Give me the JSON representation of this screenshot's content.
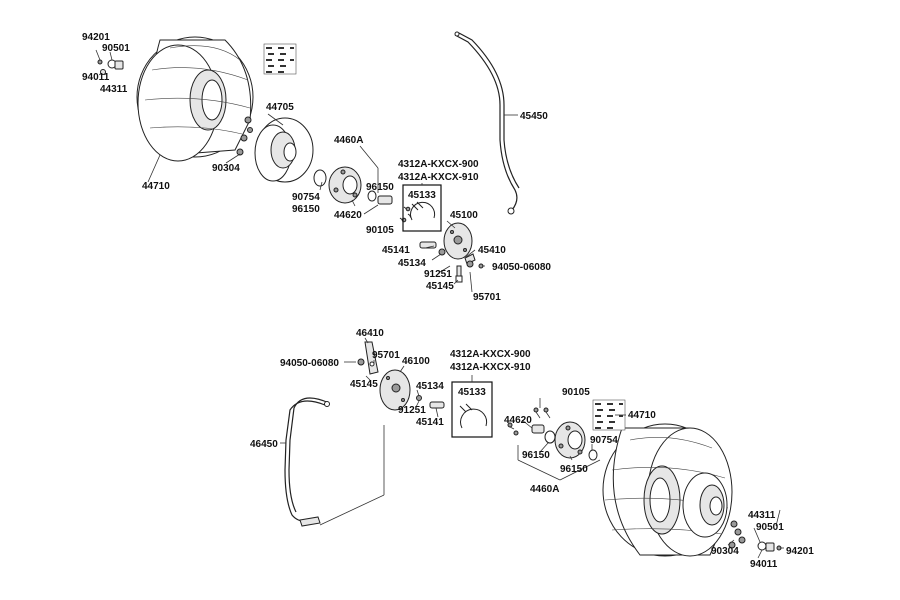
{
  "labels": {
    "top": {
      "p94201": "94201",
      "p90501": "90501",
      "p94011": "94011",
      "p44311": "44311",
      "p44705": "44705",
      "p4460A": "4460A",
      "p90304": "90304",
      "p44710": "44710",
      "p45450": "45450",
      "kit900": "4312A-KXCX-900",
      "kit910": "4312A-KXCX-910",
      "p45133": "45133",
      "p96150a": "96150",
      "p90754": "90754",
      "p96150b": "96150",
      "p44620": "44620",
      "p45100": "45100",
      "p90105": "90105",
      "p45141": "45141",
      "p45134": "45134",
      "p45410": "45410",
      "p91251": "91251",
      "p94050": "94050-06080",
      "p45145": "45145",
      "p95701": "95701"
    },
    "bottom": {
      "p46410": "46410",
      "p94050": "94050-06080",
      "p95701": "95701",
      "p46100": "46100",
      "kit900": "4312A-KXCX-900",
      "kit910": "4312A-KXCX-910",
      "p45145": "45145",
      "p45134": "45134",
      "p45133": "45133",
      "p90105": "90105",
      "p44710": "44710",
      "p91251": "91251",
      "p45141": "45141",
      "p44620": "44620",
      "p90754": "90754",
      "p46450": "46450",
      "p96150a": "96150",
      "p96150b": "96150",
      "p4460A": "4460A",
      "p44311": "44311",
      "p90501": "90501",
      "p90304": "90304",
      "p94201": "94201",
      "p94011": "94011"
    }
  }
}
